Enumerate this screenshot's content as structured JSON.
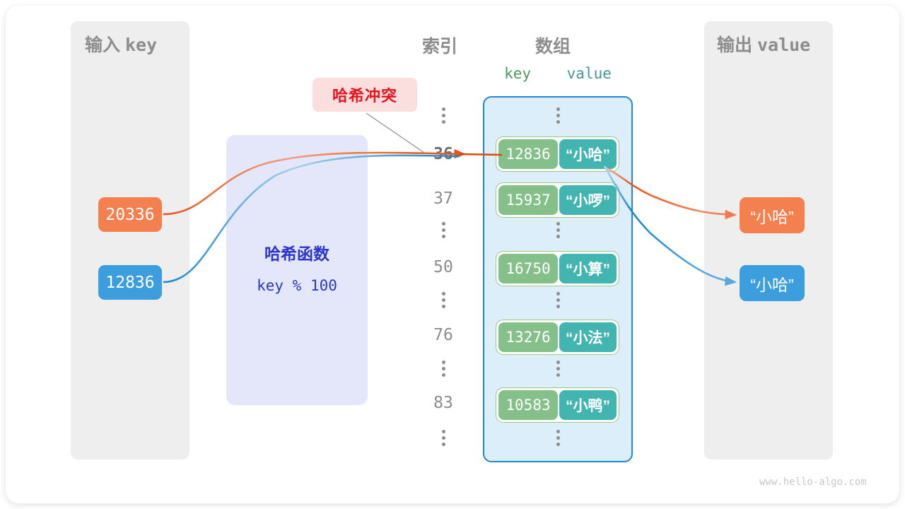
{
  "page": {
    "watermark": "www.hello-algo.com"
  },
  "input_panel": {
    "title_cn": "输入",
    "title_mono": "key",
    "keys": [
      {
        "value": "20336",
        "color": "#f3804e"
      },
      {
        "value": "12836",
        "color": "#3d9ede"
      }
    ]
  },
  "hash_function": {
    "title": "哈希函数",
    "expression": "key % 100",
    "text_color": "#2b37c8",
    "bg_color": "#e3e7f9"
  },
  "annotation": {
    "collision_label": "哈希冲突",
    "collision_text_color": "#e8131a",
    "collision_bg_color": "#fbdede"
  },
  "index_column": {
    "title": "索引",
    "entries": [
      {
        "type": "dots"
      },
      {
        "type": "index",
        "label": "36",
        "highlight": true
      },
      {
        "type": "index",
        "label": "37",
        "highlight": false
      },
      {
        "type": "dots"
      },
      {
        "type": "index",
        "label": "50",
        "highlight": false
      },
      {
        "type": "dots"
      },
      {
        "type": "index",
        "label": "76",
        "highlight": false
      },
      {
        "type": "dots"
      },
      {
        "type": "index",
        "label": "83",
        "highlight": false
      },
      {
        "type": "dots"
      }
    ]
  },
  "array_panel": {
    "title": "数组",
    "column_headers": {
      "key": "key",
      "value": "value"
    },
    "key_color": "#4a9c5d",
    "value_color": "#3f9a95",
    "bucket_bg": "#ddeefb",
    "bucket_border": "#2186d4",
    "rows": [
      {
        "type": "dots"
      },
      {
        "type": "cell",
        "key": "12836",
        "value": "“小哈”"
      },
      {
        "type": "cell",
        "key": "15937",
        "value": "“小啰”"
      },
      {
        "type": "dots"
      },
      {
        "type": "cell",
        "key": "16750",
        "value": "“小算”"
      },
      {
        "type": "dots"
      },
      {
        "type": "cell",
        "key": "13276",
        "value": "“小法”"
      },
      {
        "type": "dots"
      },
      {
        "type": "cell",
        "key": "10583",
        "value": "“小鸭”"
      },
      {
        "type": "dots"
      }
    ]
  },
  "output_panel": {
    "title_cn": "输出",
    "title_mono": "value",
    "values": [
      {
        "value": "“小哈”",
        "color": "#f3804e"
      },
      {
        "value": "“小哈”",
        "color": "#3d9ede"
      }
    ]
  }
}
